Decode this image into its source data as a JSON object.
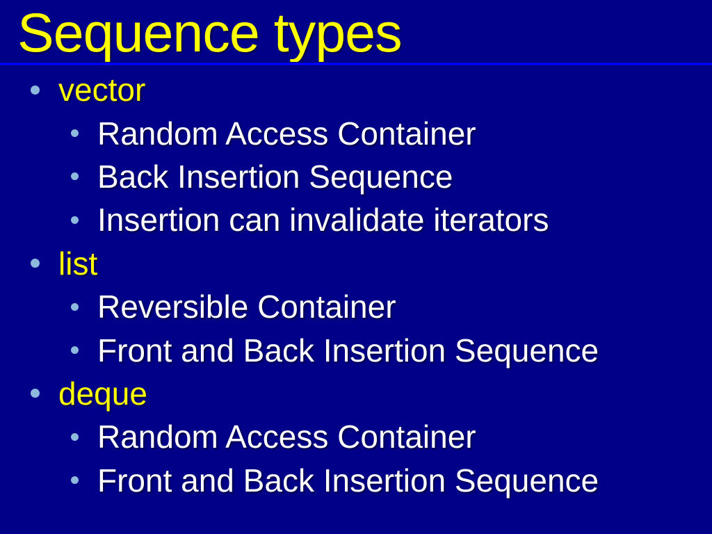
{
  "slide": {
    "title": "Sequence types",
    "items": [
      {
        "level": 1,
        "text": "vector"
      },
      {
        "level": 2,
        "text": "Random Access Container"
      },
      {
        "level": 2,
        "text": "Back Insertion Sequence"
      },
      {
        "level": 2,
        "text": "Insertion can invalidate iterators"
      },
      {
        "level": 1,
        "text": "list"
      },
      {
        "level": 2,
        "text": "Reversible Container"
      },
      {
        "level": 2,
        "text": "Front and Back Insertion Sequence"
      },
      {
        "level": 1,
        "text": "deque"
      },
      {
        "level": 2,
        "text": "Random Access Container"
      },
      {
        "level": 2,
        "text": "Front and Back Insertion Sequence"
      }
    ],
    "colors": {
      "background": "#000088",
      "title_text": "#FFFF00",
      "level1_text": "#FFFF00",
      "level2_text": "#FFFFFF",
      "divider_line": "#0000FF",
      "bullet": "#8CB9DC"
    }
  }
}
